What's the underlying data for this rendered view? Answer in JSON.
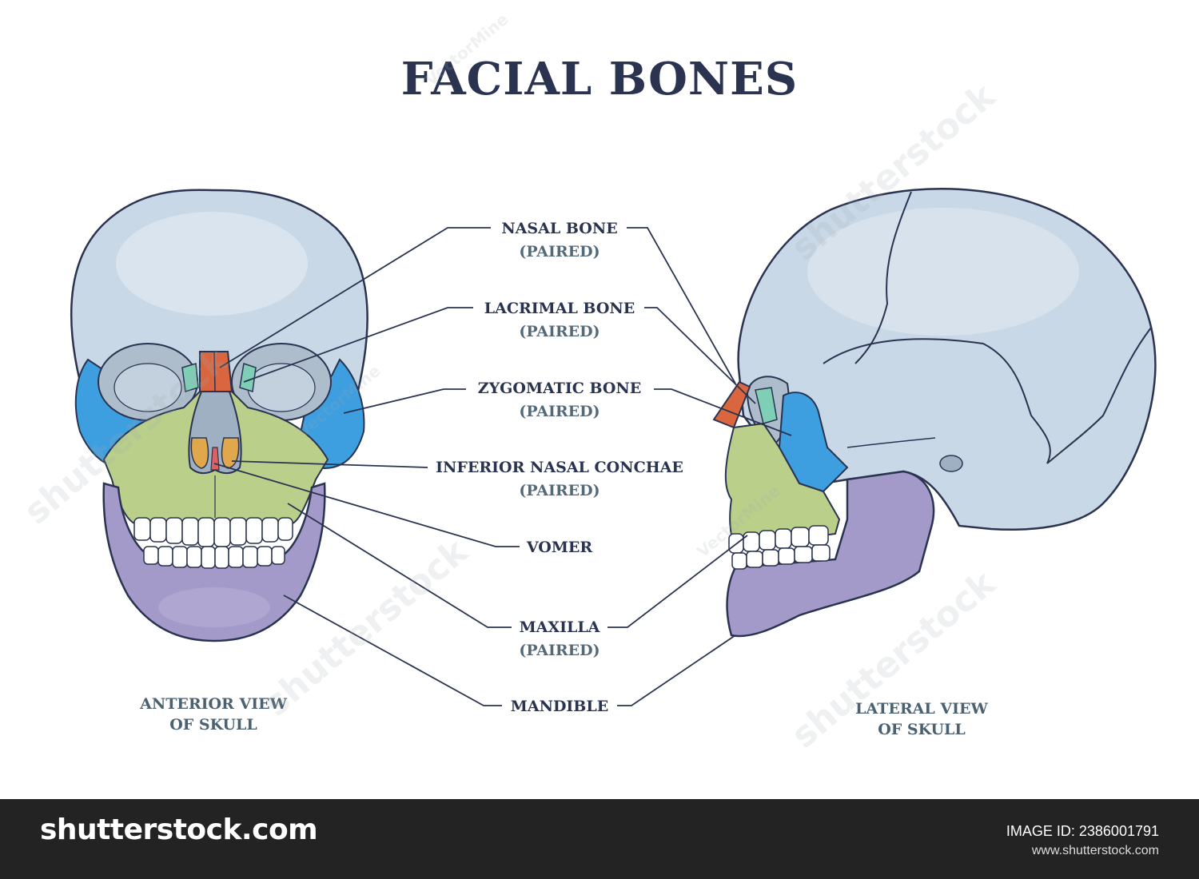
{
  "title": "FACIAL BONES",
  "labels": [
    {
      "id": "nasal",
      "name": "NASAL BONE",
      "sub": "(PAIRED)"
    },
    {
      "id": "lacrimal",
      "name": "LACRIMAL BONE",
      "sub": "(PAIRED)"
    },
    {
      "id": "zygomatic",
      "name": "ZYGOMATIC BONE",
      "sub": "(PAIRED)"
    },
    {
      "id": "conchae",
      "name": "INFERIOR NASAL CONCHAE",
      "sub": "(PAIRED)"
    },
    {
      "id": "vomer",
      "name": "VOMER",
      "sub": ""
    },
    {
      "id": "maxilla",
      "name": "MAXILLA",
      "sub": "(PAIRED)"
    },
    {
      "id": "mandible",
      "name": "MANDIBLE",
      "sub": ""
    }
  ],
  "captions": {
    "anterior_line1": "ANTERIOR VIEW",
    "anterior_line2": "OF SKULL",
    "lateral_line1": "LATERAL VIEW",
    "lateral_line2": "OF SKULL"
  },
  "colors": {
    "nasal": "#d9663f",
    "lacrimal": "#7ecfb6",
    "zygomatic": "#3d9ee0",
    "conchae": "#e0a84a",
    "vomer": "#e06060",
    "maxilla": "#b9cf8a",
    "mandible": "#a39ac9",
    "cranium": "#c9d8e6",
    "outline": "#2a3350"
  },
  "watermark": {
    "site": "shutterstock",
    "contributor": "VectorMine"
  },
  "footer": {
    "brand": "shutterstock.com",
    "image_id": "IMAGE ID: 2386001791",
    "url": "www.shutterstock.com"
  }
}
